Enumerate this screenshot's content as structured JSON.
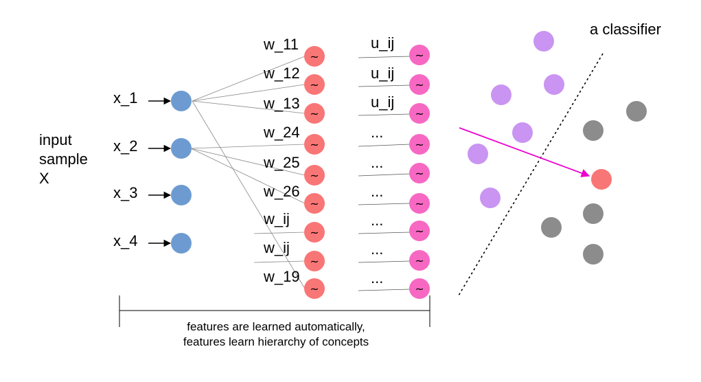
{
  "input_label": [
    "input",
    "sample",
    "X"
  ],
  "inputs": [
    {
      "label": "x_1",
      "color": "#6d9bd1"
    },
    {
      "label": "x_2",
      "color": "#6d9bd1"
    },
    {
      "label": "x_3",
      "color": "#6d9bd1"
    },
    {
      "label": "x_4",
      "color": "#6d9bd1"
    }
  ],
  "weights": [
    "w_11",
    "w_12",
    "w_13",
    "w_24",
    "w_25",
    "w_26",
    "w_ij",
    "w_ij",
    "w_19"
  ],
  "hidden_symbol": "~",
  "hidden_color": "#f97676",
  "hidden2_color": "#f768c3",
  "u_labels": [
    "u_ij",
    "u_ij",
    "u_ij",
    "...",
    "...",
    "...",
    "...",
    "...",
    "..."
  ],
  "classifier_title": "a classifier",
  "classes": {
    "purple": "#c994f2",
    "gray": "#8c8c8c",
    "highlight": "#f97676",
    "arrow": "#ee00cc"
  },
  "caption": [
    "features are learned automatically,",
    "features learn hierarchy of concepts"
  ]
}
